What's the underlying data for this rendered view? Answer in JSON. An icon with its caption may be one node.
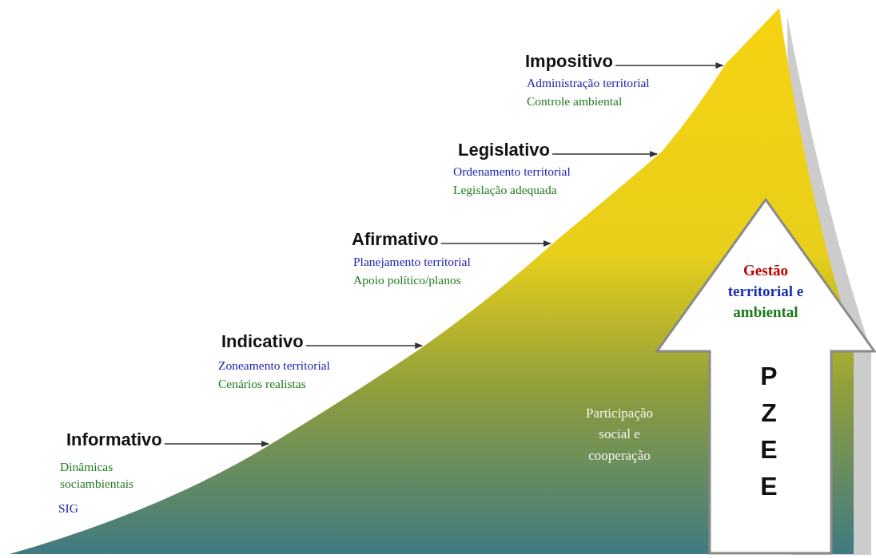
{
  "diagram": {
    "nodes": [
      {
        "text": [
          "Participação social e cooperação"
        ]
      },
      {
        "text": [
          "Impositivo",
          "Administração  territorial",
          "Controle ambiental"
        ]
      },
      {
        "text": [
          "Legislativo",
          "Ordenamento territorial",
          "Legislação adequada"
        ]
      },
      {
        "text": [
          "Afirmativo",
          "Planejamento territorial",
          "Apoio político/planos"
        ]
      },
      {
        "text": [
          "Indicativo",
          "Zoneamento territorial",
          "Cenários realistas"
        ]
      },
      {
        "text": [
          "Informativo",
          "Dinâmicas sociambientais",
          "SIG"
        ]
      },
      {
        "text": [
          "Gestão",
          "territorial e",
          "ambiental",
          "PZEE"
        ]
      }
    ],
    "edges": [
      {
        "from": 1,
        "to": 0,
        "arrow": "to"
      },
      {
        "from": 2,
        "to": 0,
        "arrow": "to"
      },
      {
        "from": 3,
        "to": 0,
        "arrow": "to"
      },
      {
        "from": 4,
        "to": 0,
        "arrow": "to"
      },
      {
        "from": 5,
        "to": 0,
        "arrow": "to"
      }
    ]
  }
}
